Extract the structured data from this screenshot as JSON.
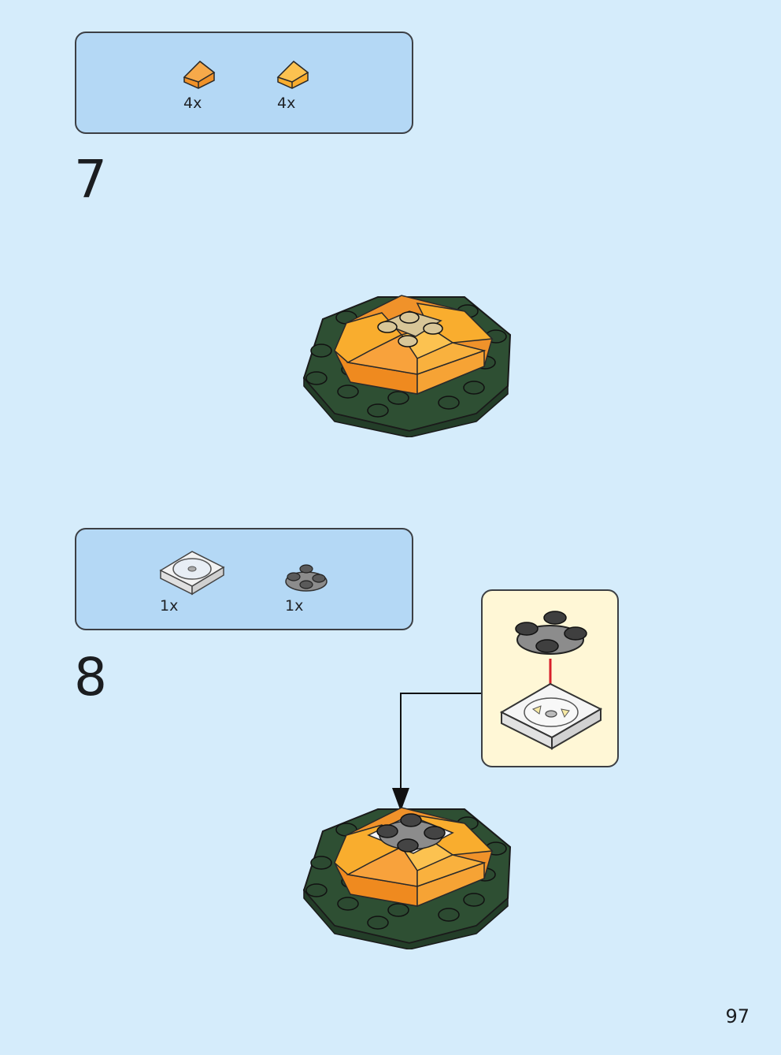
{
  "steps": [
    {
      "number": "7",
      "parts": [
        {
          "icon": "orange-slope-icon",
          "quantity": "4x",
          "color": "#f0922a"
        },
        {
          "icon": "light-orange-slope-icon",
          "quantity": "4x",
          "color": "#f9ad2e"
        }
      ]
    },
    {
      "number": "8",
      "parts": [
        {
          "icon": "white-turntable-base-icon",
          "quantity": "1x",
          "color": "#f2f2f2"
        },
        {
          "icon": "gray-round-plate-icon",
          "quantity": "1x",
          "color": "#8c8c8c"
        }
      ]
    }
  ],
  "colors": {
    "background": "#d5ecfb",
    "parts_box": "#b4d8f5",
    "callout": "#fff7d6",
    "dark_green": "#2e4f33",
    "orange": "#f0922a",
    "light_orange": "#f9ad2e",
    "tan": "#d8c698",
    "arrow_red": "#d8202a"
  },
  "page_number": "97"
}
